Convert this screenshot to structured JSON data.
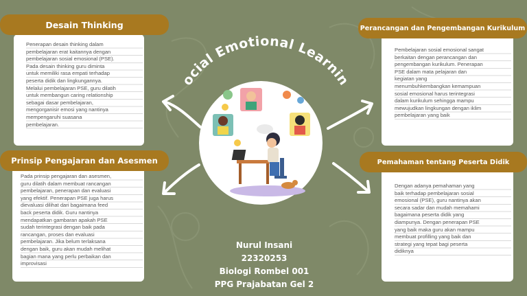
{
  "title": "Social Emotional Learning",
  "colors": {
    "background": "#7f8968",
    "pill": "#a87920",
    "card": "#ffffff"
  },
  "sections": {
    "top_left": {
      "heading": "Desain Thinking",
      "lines": [
        "Penerapan desain thinking dalam",
        "pembelajaran erat kaitannya dengan",
        "pembelajaran sosial emosional (PSE).",
        "Pada desain thinking guru diminta",
        "untuk memiliki rasa empati terhadap",
        "peserta didik dan lingkungannya.",
        "Melalui pembelajaran PSE, guru dilatih",
        "untuk membangun caring relationship",
        "sebagai dasar pembelajaran,",
        "mengorganisir emosi yang nantinya",
        " mempengaruhi suasana",
        "pembelajaran."
      ]
    },
    "top_right": {
      "heading": "Perancangan dan Pengembangan Kurikulum",
      "lines": [
        "Pembelajaran sosial emosional sangat",
        "berkaitan dengan perancangan dan",
        "pengembangan kurikulum. Penerapan",
        "PSE dalam mata pelajaran dan",
        "kegiatan yang",
        "menumbuhkembangkan kemampuan",
        "sosial emosional harus terintegrasi",
        "dalam kurikulum sehingga mampu",
        "mewujudkan lingkungan dengan iklim",
        "pembelajaran yang baik"
      ]
    },
    "bottom_left": {
      "heading": "Prinsip Pengajaran dan Asesmen",
      "lines": [
        "Pada prinsip pengajaran dan asesmen,",
        "guru dilatih dalam membuat rancangan",
        "pembelajaran, penerapan dan evaluasi",
        "yang efektif. Penerapan PSE juga harus",
        "dievaluasi dilihat dari bagaimana feed",
        "back peserta didik. Guru nantinya",
        "mendapatkan gambaran apakah PSE",
        "sudah terintegrasi dengan baik pada",
        "rancangan, proses dan evaluasi",
        "pembelajaran. Jika belum terlaksana",
        "dengan baik, guru akan mudah melihat",
        "bagian mana yang perlu perbaikan dan",
        "improvisasi"
      ]
    },
    "bottom_right": {
      "heading": "Pemahaman tentang Peserta Didik",
      "lines": [
        "Dengan adanya pemahaman yang",
        "baik terhadap pembelajaran sosial",
        "emosional (PSE), guru nantinya akan",
        "secara sadar dan mudah memahami",
        "bagaimana peserta didik yang",
        "diampunya. Dengan penerapan PSE",
        "yang baik maka guru akan mampu",
        "membuat profilling yang baik dan",
        "strategi yang tepat bagi peserta",
        "didiknya"
      ]
    }
  },
  "author": {
    "name": "Nurul Insani",
    "id": "22320253",
    "class": "Biologi Rombel 001",
    "program": "PPG Prajabatan Gel 2"
  }
}
